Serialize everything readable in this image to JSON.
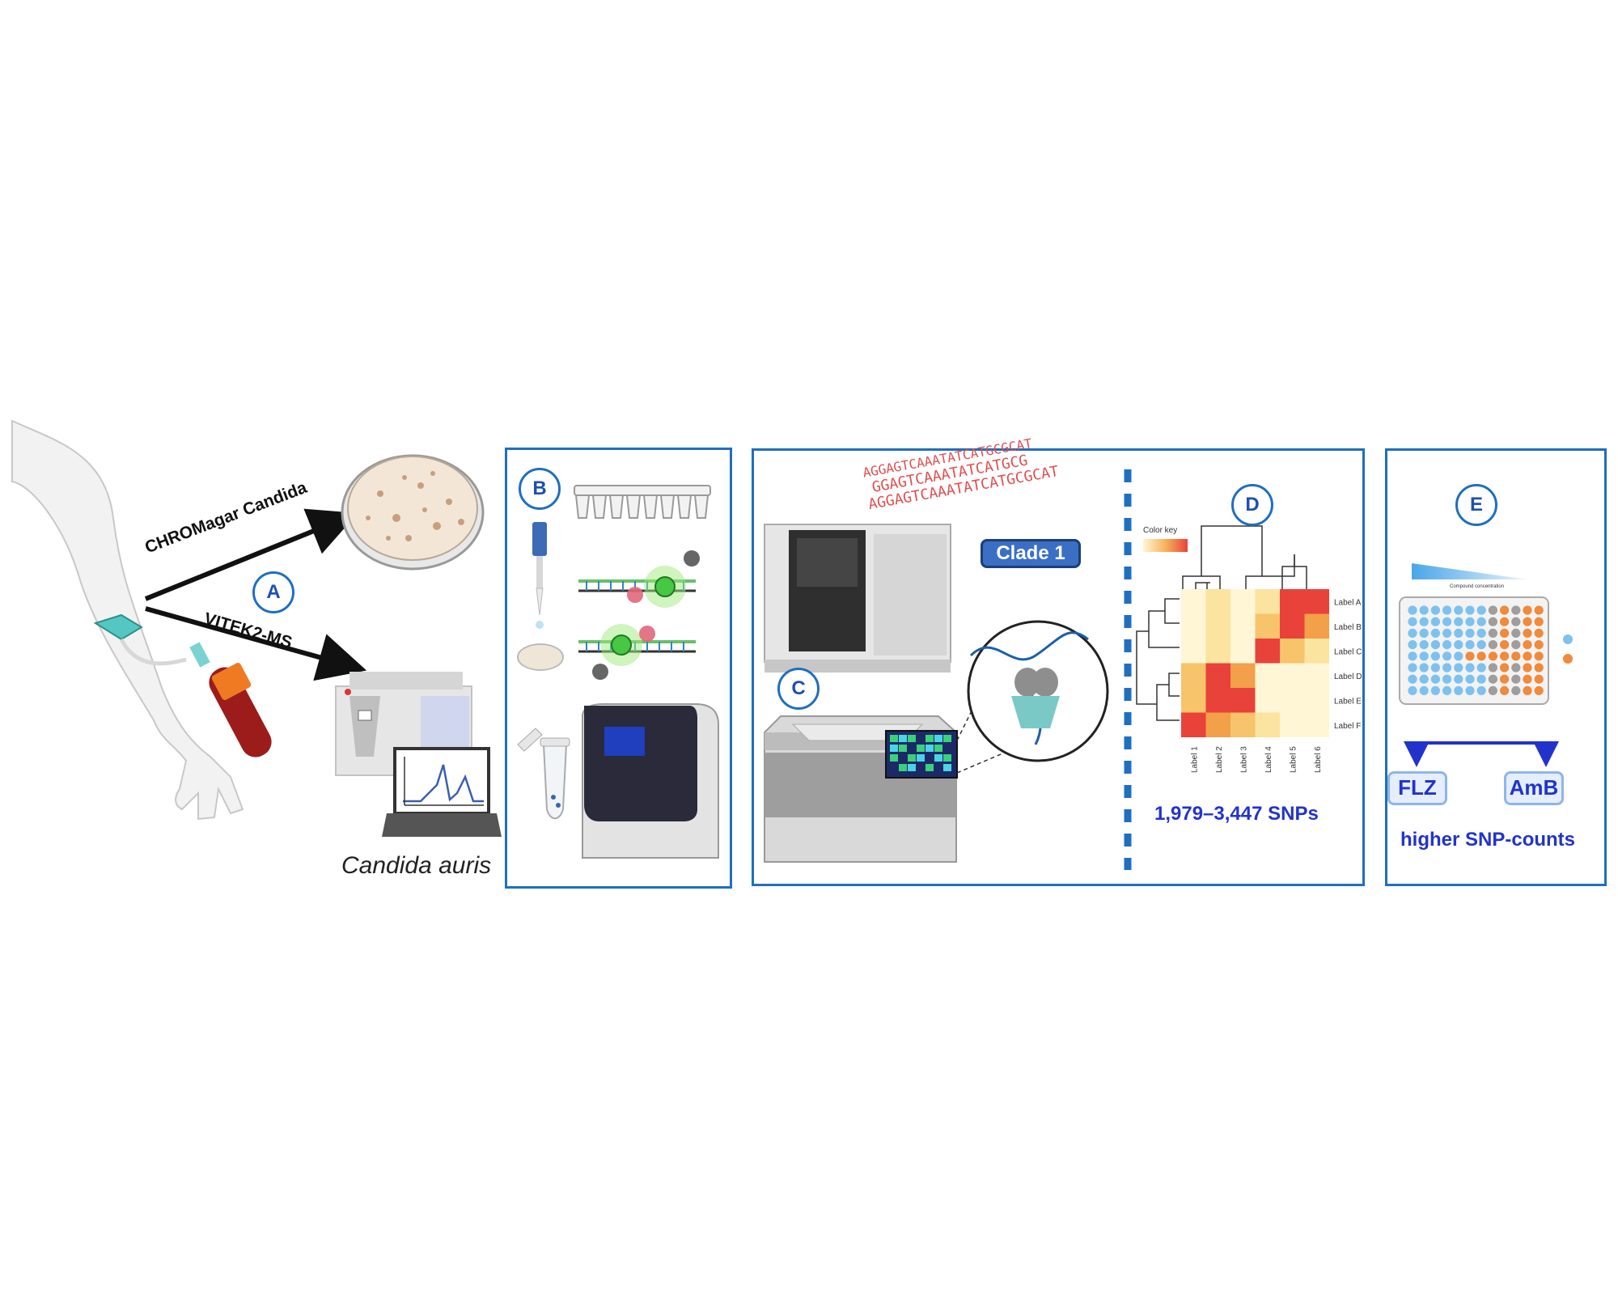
{
  "panel_a": {
    "label": "A",
    "arrow_upper": "CHROMagar Candida",
    "arrow_lower": "VITEK2-MS",
    "organism": "Candida auris"
  },
  "panel_b": {
    "label": "B"
  },
  "panel_c": {
    "label": "C",
    "dna_lines": [
      "AGGAGTCAAATATCATGCGCAT",
      "GGAGTCAAATATCATGCG",
      "AGGAGTCAAATATCATGCGCAT"
    ],
    "clade_badge": "Clade 1"
  },
  "panel_d": {
    "label": "D",
    "color_key_title": "Color key",
    "row_labels": [
      "Label A",
      "Label B",
      "Label C",
      "Label D",
      "Label E",
      "Label F"
    ],
    "col_labels": [
      "Label 1",
      "Label 2",
      "Label 3",
      "Label 4",
      "Label 5",
      "Label 6"
    ],
    "snp_range": "1,979–3,447 SNPs"
  },
  "panel_e": {
    "label": "E",
    "plate_header": "Compound concentration",
    "drug_left": "FLZ",
    "drug_right": "AmB",
    "caption": "higher SNP-counts"
  },
  "chart_data": {
    "type": "heatmap",
    "rows": [
      "Label A",
      "Label B",
      "Label C",
      "Label D",
      "Label E",
      "Label F"
    ],
    "columns": [
      "Label 1",
      "Label 2",
      "Label 3",
      "Label 4",
      "Label 5",
      "Label 6"
    ],
    "values": [
      [
        1,
        2,
        1,
        2,
        5,
        5
      ],
      [
        1,
        2,
        1,
        3,
        5,
        4
      ],
      [
        1,
        2,
        1,
        5,
        3,
        2
      ],
      [
        3,
        5,
        4,
        1,
        1,
        1
      ],
      [
        3,
        5,
        5,
        1,
        1,
        1
      ],
      [
        5,
        4,
        3,
        2,
        1,
        1
      ]
    ],
    "color_scale": [
      "#fff6d5",
      "#fbe3a0",
      "#f7c36b",
      "#f2a04a",
      "#e8423a"
    ]
  }
}
